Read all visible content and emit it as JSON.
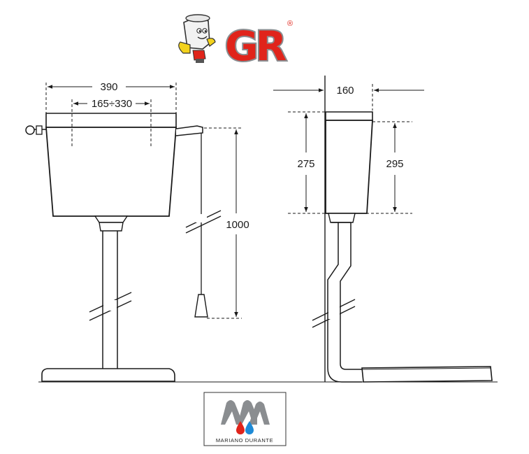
{
  "brand": {
    "logo_letters": "GR",
    "registered_mark": "®",
    "colors": {
      "red": "#e0241b",
      "gray": "#8a8d90",
      "yellow": "#f3d21c",
      "blue": "#1e8ad6"
    }
  },
  "front_view": {
    "width_dim": "390",
    "bracket_range_dim": "165÷330",
    "chain_length_dim": "1000"
  },
  "side_view": {
    "depth_dim": "160",
    "height_left_dim": "275",
    "height_right_dim": "295"
  },
  "footer_logo": {
    "label": "MARIANO DURANTE",
    "icons": [
      "red-water-drop-icon",
      "blue-water-drop-icon"
    ]
  }
}
